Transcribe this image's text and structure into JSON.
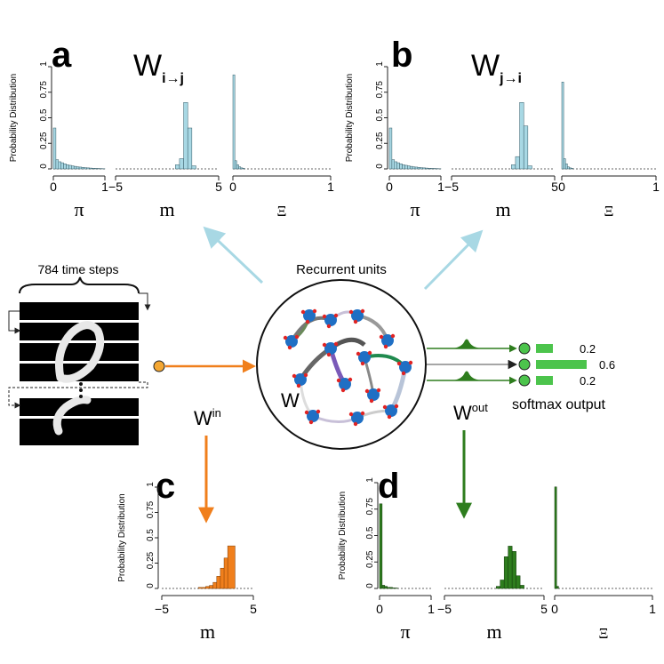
{
  "panels": {
    "a": {
      "letter": "a",
      "title_main": "W",
      "title_sub": "i→j"
    },
    "b": {
      "letter": "b",
      "title_main": "W",
      "title_sub": "j→i"
    },
    "c": {
      "letter": "c"
    },
    "d": {
      "letter": "d"
    }
  },
  "axes": {
    "ylabel": "Probability Distribution",
    "yticks": [
      "0",
      "0.25",
      "0.5",
      "0.75",
      "1"
    ],
    "pi_label": "π",
    "pi_ticks": [
      "0",
      "1"
    ],
    "m_label": "m",
    "m_ticks": [
      "−5",
      "5"
    ],
    "xi_label": "Ξ",
    "xi_ticks": [
      "0",
      "1"
    ]
  },
  "network": {
    "time_steps_label": "784 time steps",
    "recurrent_label": "Recurrent units",
    "w_label": "W",
    "w_in_main": "W",
    "w_in_sup": "in",
    "w_out_main": "W",
    "w_out_sup": "out",
    "softmax_label": "softmax output",
    "outputs": [
      {
        "value": "0.2",
        "fraction": 0.2
      },
      {
        "value": "0.6",
        "fraction": 0.6
      },
      {
        "value": "0.2",
        "fraction": 0.2
      }
    ]
  },
  "colors": {
    "light_blue": "#a8d8e4",
    "orange": "#f07f1c",
    "green": "#2e7d1e",
    "output_green": "#4cc44c",
    "unit_blue": "#1f6fc4",
    "unit_red": "#e02424"
  },
  "chart_data": [
    {
      "panel": "a",
      "type": "bar",
      "ylabel": "Probability Distribution",
      "ylim": [
        0,
        1
      ],
      "pi": {
        "xlabel": "π",
        "xlim": [
          0,
          1
        ],
        "x": [
          0.0,
          0.05,
          0.1,
          0.15,
          0.2,
          0.25,
          0.3,
          0.35,
          0.4,
          0.45,
          0.5,
          0.55,
          0.6,
          0.65,
          0.7,
          0.75,
          0.8,
          0.85,
          0.9,
          0.95
        ],
        "y": [
          0.4,
          0.09,
          0.07,
          0.06,
          0.05,
          0.04,
          0.035,
          0.03,
          0.025,
          0.02,
          0.018,
          0.015,
          0.012,
          0.01,
          0.008,
          0.006,
          0.005,
          0.004,
          0.003,
          0.002
        ]
      },
      "m": {
        "xlabel": "m",
        "xlim": [
          -5,
          5
        ],
        "x": [
          0.8,
          1.2,
          1.6,
          2.0,
          2.4
        ],
        "y": [
          0.04,
          0.1,
          0.65,
          0.4,
          0.03
        ]
      },
      "xi": {
        "xlabel": "Ξ",
        "xlim": [
          0,
          1
        ],
        "x": [
          0.0,
          0.02,
          0.04,
          0.06,
          0.08,
          0.1
        ],
        "y": [
          0.92,
          0.08,
          0.04,
          0.02,
          0.01,
          0.005
        ]
      }
    },
    {
      "panel": "b",
      "type": "bar",
      "ylabel": "Probability Distribution",
      "ylim": [
        0,
        1
      ],
      "pi": {
        "xlabel": "π",
        "xlim": [
          0,
          1
        ],
        "x": [
          0.0,
          0.05,
          0.1,
          0.15,
          0.2,
          0.25,
          0.3,
          0.35,
          0.4,
          0.45,
          0.5,
          0.55,
          0.6,
          0.65,
          0.7,
          0.75,
          0.8,
          0.85,
          0.9,
          0.95
        ],
        "y": [
          0.4,
          0.09,
          0.07,
          0.06,
          0.05,
          0.04,
          0.035,
          0.03,
          0.025,
          0.02,
          0.018,
          0.015,
          0.012,
          0.01,
          0.008,
          0.006,
          0.005,
          0.004,
          0.003,
          0.002
        ]
      },
      "m": {
        "xlabel": "m",
        "xlim": [
          -5,
          5
        ],
        "x": [
          0.8,
          1.2,
          1.6,
          2.0,
          2.4
        ],
        "y": [
          0.04,
          0.12,
          0.65,
          0.42,
          0.03
        ]
      },
      "xi": {
        "xlabel": "Ξ",
        "xlim": [
          0,
          1
        ],
        "x": [
          0.0,
          0.02,
          0.04,
          0.06,
          0.08,
          0.1
        ],
        "y": [
          0.85,
          0.1,
          0.05,
          0.02,
          0.01,
          0.005
        ]
      }
    },
    {
      "panel": "c",
      "type": "bar",
      "ylabel": "Probability Distribution",
      "ylim": [
        0,
        1
      ],
      "m": {
        "xlabel": "m",
        "xlim": [
          -5,
          5
        ],
        "x": [
          -1.0,
          -0.2,
          0.2,
          0.6,
          1.0,
          1.4,
          1.8,
          2.2
        ],
        "y": [
          0.01,
          0.02,
          0.03,
          0.06,
          0.12,
          0.2,
          0.3,
          0.42
        ]
      }
    },
    {
      "panel": "d",
      "type": "bar",
      "ylabel": "Probability Distribution",
      "ylim": [
        0,
        1
      ],
      "pi": {
        "xlabel": "π",
        "xlim": [
          0,
          1
        ],
        "x": [
          0.0,
          0.05,
          0.1,
          0.15,
          0.2,
          0.25,
          0.3
        ],
        "y": [
          0.8,
          0.03,
          0.02,
          0.01,
          0.01,
          0.005,
          0.004
        ]
      },
      "m": {
        "xlabel": "m",
        "xlim": [
          -5,
          5
        ],
        "x": [
          0.2,
          0.6,
          1.0,
          1.4,
          1.8,
          2.2,
          2.6
        ],
        "y": [
          0.02,
          0.08,
          0.3,
          0.4,
          0.35,
          0.12,
          0.03
        ]
      },
      "xi": {
        "xlabel": "Ξ",
        "xlim": [
          0,
          1
        ],
        "x": [
          0.0,
          0.02
        ],
        "y": [
          0.96,
          0.02
        ]
      }
    }
  ]
}
